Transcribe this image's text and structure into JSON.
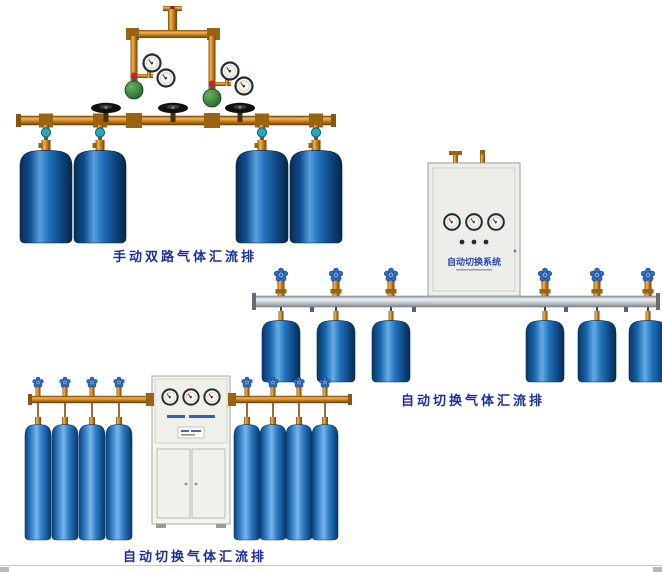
{
  "page": {
    "background": "#ffffff",
    "bottom_rule_color": "#c9c9c9"
  },
  "products": [
    {
      "name": "manual-dual-gas-manifold",
      "caption": "手动双路气体汇流排",
      "cylinder_count": 4
    },
    {
      "name": "auto-switch-gas-manifold-wall",
      "caption": "自动切换气体汇流排",
      "cabinet_label": "自动切换系统",
      "cylinder_count": 6
    },
    {
      "name": "auto-switch-gas-manifold-floor",
      "caption": "自动切换气体汇流排",
      "cylinder_count": 8
    }
  ],
  "colors": {
    "caption_text": "#1b2f9b",
    "cylinder_blue": "#1e6fb8",
    "brass_pipe": "#c87d1e",
    "steel_pipe": "#b6bdc3",
    "regulator_green": "#2e7d32",
    "handle_blue": "#2e6cc0",
    "handle_teal": "#29a5bf",
    "cabinet_body": "#edeee9",
    "cabinet_label_text": "#2547b4"
  }
}
